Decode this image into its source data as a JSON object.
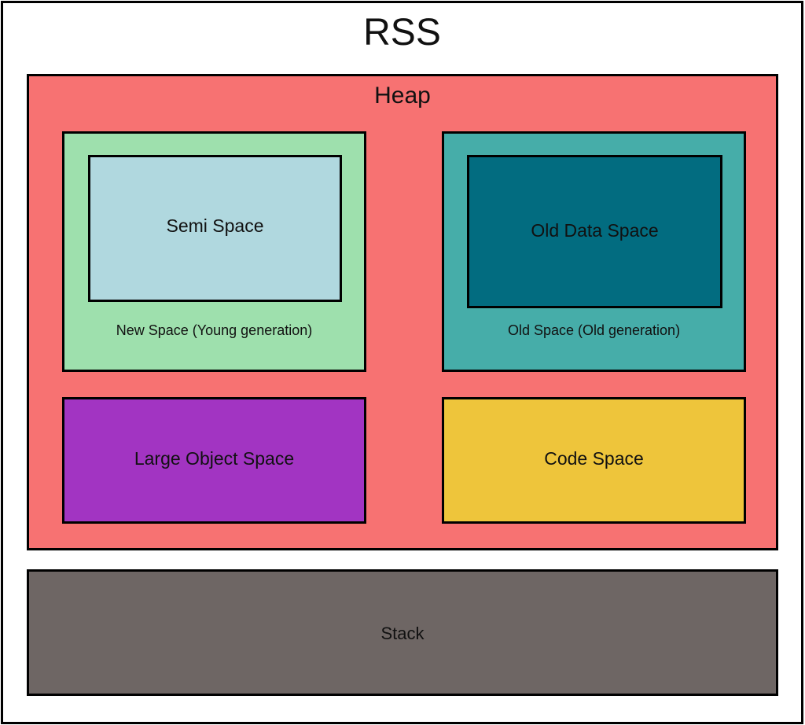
{
  "diagram": {
    "rss": {
      "label": "RSS",
      "color": "#ffffff"
    },
    "heap": {
      "label": "Heap",
      "color": "#f77272"
    },
    "new_space": {
      "label": "New Space (Young generation)",
      "color": "#9ee0ad",
      "semi_space": {
        "label": "Semi Space",
        "color": "#b0d8df"
      }
    },
    "old_space": {
      "label": "Old Space (Old generation)",
      "color": "#46ada9",
      "old_data_space": {
        "label": "Old Data Space",
        "color": "#026c80"
      }
    },
    "large_object_space": {
      "label": "Large Object Space",
      "color": "#a234c2"
    },
    "code_space": {
      "label": "Code Space",
      "color": "#eec53b"
    },
    "stack": {
      "label": "Stack",
      "color": "#6e6664"
    }
  }
}
